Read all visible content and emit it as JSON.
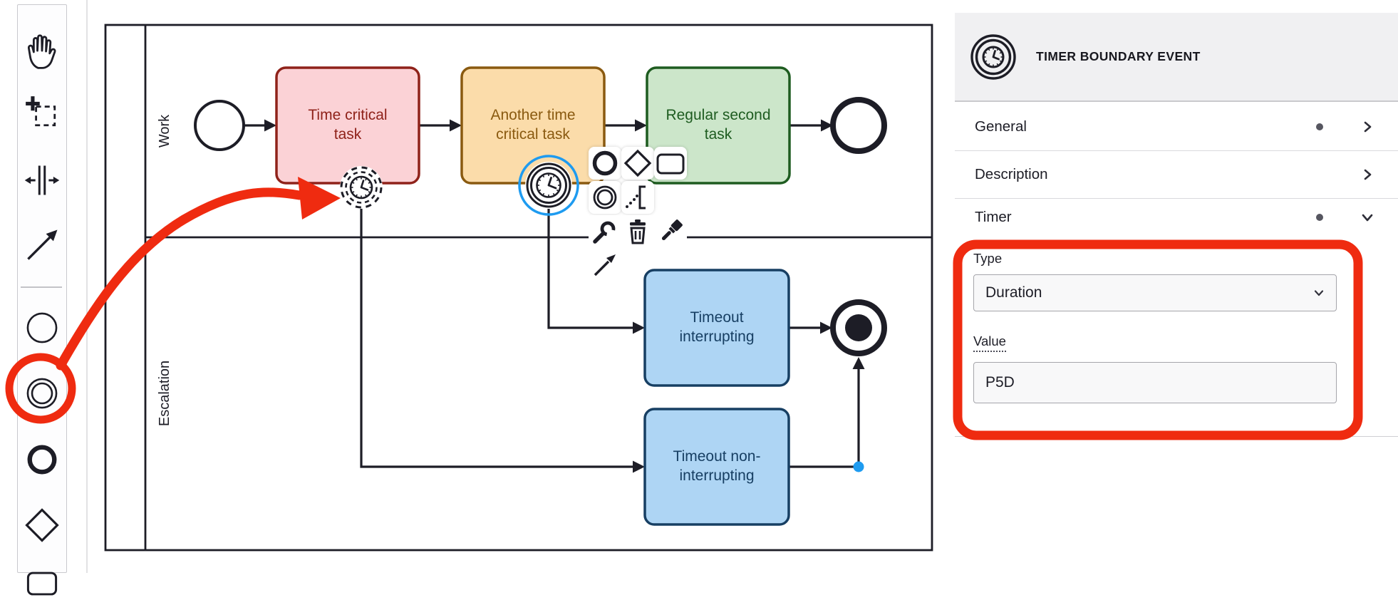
{
  "colors": {
    "ink": "#1d1d26",
    "annotation_red": "#ef2b10",
    "selection_blue": "#1e9bf0",
    "waypoint_blue": "#1e9bf0",
    "panel_header_bg": "#f0f0f2",
    "field_bg": "#f8f8f9"
  },
  "palette": {
    "tools": [
      {
        "name": "hand-tool"
      },
      {
        "name": "lasso-tool"
      },
      {
        "name": "space-tool"
      },
      {
        "name": "global-connect-tool"
      },
      {
        "name": "create-start-event"
      },
      {
        "name": "create-intermediate-event"
      },
      {
        "name": "create-end-event"
      },
      {
        "name": "create-gateway"
      },
      {
        "name": "create-task"
      }
    ]
  },
  "diagram": {
    "lanes": [
      {
        "label": "Work"
      },
      {
        "label": "Escalation"
      }
    ],
    "tasks": [
      {
        "lines": [
          "Time critical",
          "task"
        ],
        "fill": "#fbd2d6",
        "stroke": "#8f221a",
        "text": "#8f221a"
      },
      {
        "lines": [
          "Another time",
          "critical task"
        ],
        "fill": "#fbdcaa",
        "stroke": "#8a5a10",
        "text": "#8a5a10"
      },
      {
        "lines": [
          "Regular second",
          "task"
        ],
        "fill": "#cce6ca",
        "stroke": "#1e5c20",
        "text": "#1e5c20"
      },
      {
        "lines": [
          "Timeout",
          "interrupting"
        ],
        "fill": "#aed5f4",
        "stroke": "#173f63",
        "text": "#173f63"
      },
      {
        "lines": [
          "Timeout non-",
          "interrupting"
        ],
        "fill": "#aed5f4",
        "stroke": "#173f63",
        "text": "#173f63"
      }
    ]
  },
  "context_pad": {
    "entries": [
      "append-end-event",
      "append-gateway",
      "append-task",
      "append-intermediate-event",
      "append-text-annotation",
      "change-type",
      "delete",
      "set-color",
      "connect"
    ]
  },
  "panel": {
    "title": "TIMER BOUNDARY EVENT",
    "sections": [
      {
        "label": "General",
        "dot": true,
        "chevron": "right"
      },
      {
        "label": "Description",
        "dot": false,
        "chevron": "right"
      },
      {
        "label": "Timer",
        "dot": true,
        "chevron": "down"
      }
    ],
    "timer_group": {
      "type_label": "Type",
      "type_value": "Duration",
      "value_label": "Value",
      "value_text": "P5D"
    }
  }
}
